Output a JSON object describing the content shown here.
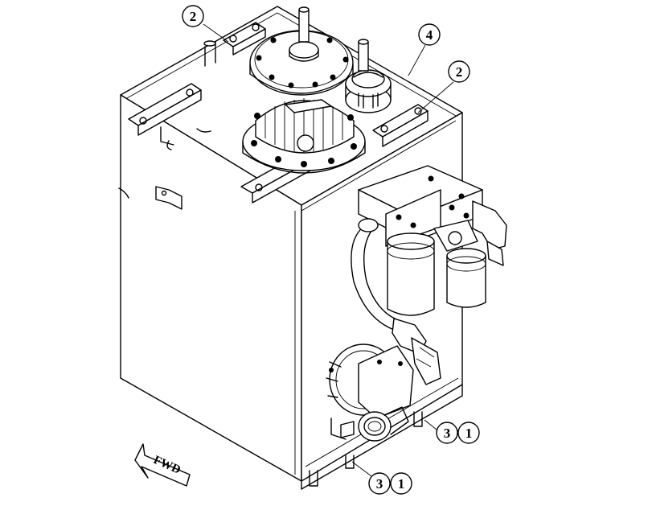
{
  "callouts": [
    {
      "id": "c2a",
      "label": "2"
    },
    {
      "id": "c4",
      "label": "4"
    },
    {
      "id": "c2b",
      "label": "2"
    },
    {
      "id": "c3a",
      "label": "3"
    },
    {
      "id": "c1a",
      "label": "1"
    },
    {
      "id": "c3b",
      "label": "3"
    },
    {
      "id": "c1b",
      "label": "1"
    }
  ],
  "fwd_label": "FWD",
  "colors": {
    "line": "#000000",
    "background": "#ffffff"
  }
}
